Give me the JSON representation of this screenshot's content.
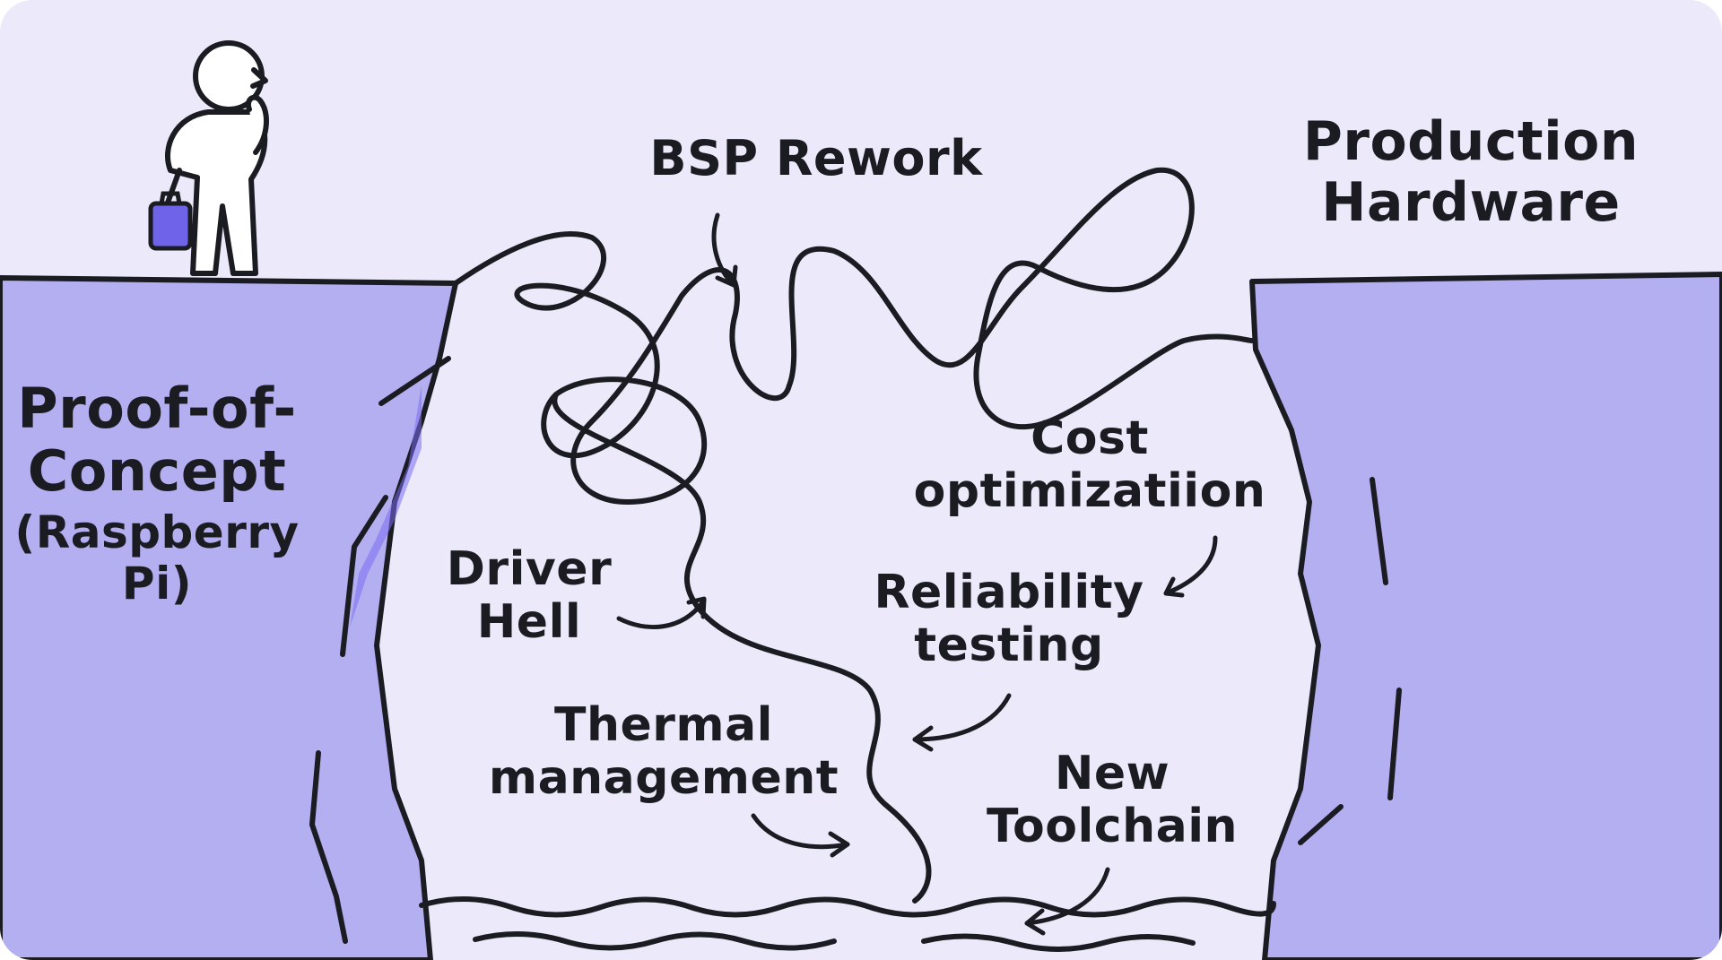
{
  "colors": {
    "background": "#eceafa",
    "cliff": "#b3aff1",
    "cliff_shadow": "#7a6cf2",
    "ink": "#1b1b22",
    "briefcase": "#6f63ea"
  },
  "labels": {
    "start": "Proof-of-\nConcept",
    "start_sub": "(Raspberry Pi)",
    "end": "Production\nHardware",
    "bsp": "BSP Rework",
    "cost": "Cost\noptimizatiion",
    "driver": "Driver\nHell",
    "reliability": "Reliability\ntesting",
    "thermal": "Thermal\nmanagement",
    "toolchain": "New\nToolchain"
  },
  "icons": {
    "person": "thinking-person-icon",
    "briefcase": "briefcase-icon"
  }
}
